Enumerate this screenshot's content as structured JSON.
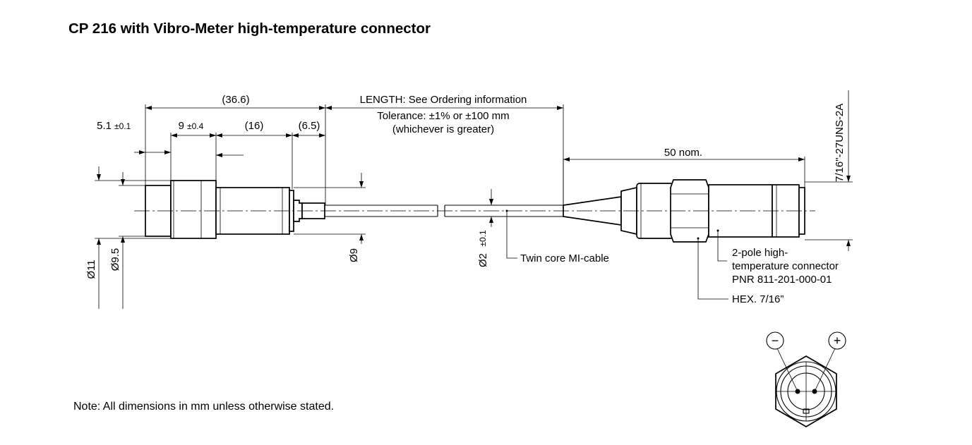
{
  "title": "CP 216 with Vibro-Meter high-temperature connector",
  "note": "Note: All dimensions in mm unless otherwise stated.",
  "dimensions": {
    "overall_sensor": "(36.6)",
    "length_label": "LENGTH: See Ordering information",
    "tolerance_line1": "Tolerance: ±1% or ±100 mm",
    "tolerance_line2": "(whichever is greater)",
    "d1_value": "5.1",
    "d1_tol": "±0.1",
    "d2_value": "9",
    "d2_tol": "±0.4",
    "d3": "(16)",
    "d4": "(6.5)",
    "connector_length": "50 nom.",
    "thread": "7/16\"-27UNS-2A",
    "dia_11": "Ø11",
    "dia_9_5": "Ø9.5",
    "dia_9": "Ø9",
    "dia_2_value": "Ø2",
    "dia_2_tol": "±0.1"
  },
  "callouts": {
    "cable": "Twin core MI-cable",
    "connector_line1": "2-pole high-",
    "connector_line2": "temperature connector",
    "connector_line3": "PNR 811-201-000-01",
    "hex": "HEX. 7/16”"
  },
  "pins": {
    "minus": "−",
    "plus": "+"
  }
}
